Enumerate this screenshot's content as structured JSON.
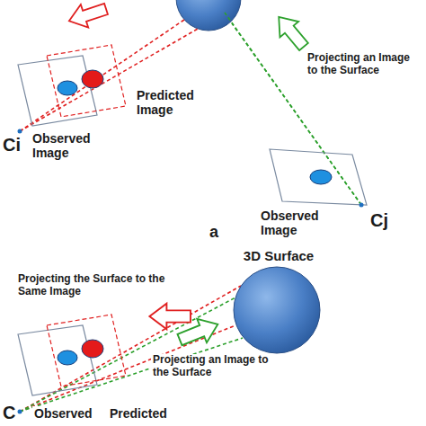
{
  "diagram": {
    "nodes": [
      {
        "text": [
          "3D Surface"
        ]
      }
    ],
    "labels": [
      "Projecting an Image to the Surface",
      "Predicted Image",
      "Ci",
      "Observed Image",
      "Observed Image",
      "Cj",
      "a",
      "Projecting the Surface to the Same Image",
      "Projecting an Image to the Surface",
      "C",
      "Observed",
      "Predicted"
    ]
  }
}
